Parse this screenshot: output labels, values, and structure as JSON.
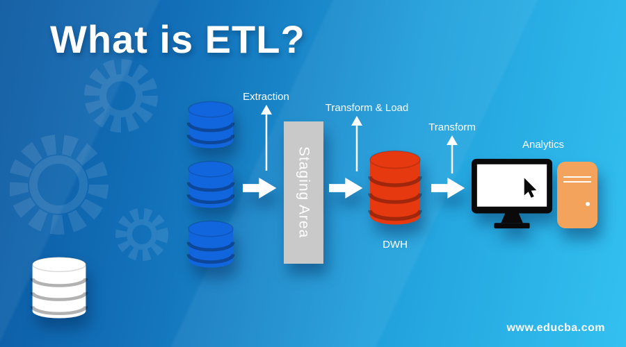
{
  "title": "What is ETL?",
  "labels": {
    "extraction": "Extraction",
    "transform_load": "Transform & Load",
    "transform": "Transform",
    "analytics": "Analytics",
    "staging_area": "Staging Area",
    "dwh": "DWH"
  },
  "footer": {
    "watermark": "www.educba.com"
  },
  "colors": {
    "background_left": "#0a57a0",
    "background_right": "#33c1f0",
    "source_database": "#1266dd",
    "warehouse_database": "#e63910",
    "staging_fill": "#c9c9c9",
    "server_fill": "#f3a35c",
    "monitor_body": "#0a0a0a",
    "monitor_screen": "#ffffff",
    "white_database": "#ffffff",
    "arrow": "#ffffff",
    "text": "#ffffff"
  },
  "icons": {
    "database": "database-icon (stacked cylinder shape)",
    "flow_arrow": "arrow-right-icon (block arrow shape)",
    "step_arrow": "arrow-up-icon (line arrow shape)",
    "monitor": "monitor-icon (screen with cursor)",
    "cursor": "cursor-arrow-icon (pointer shape)",
    "server": "server-icon (rounded tower shape)",
    "gear": "gear-icon (background cog outline)"
  }
}
